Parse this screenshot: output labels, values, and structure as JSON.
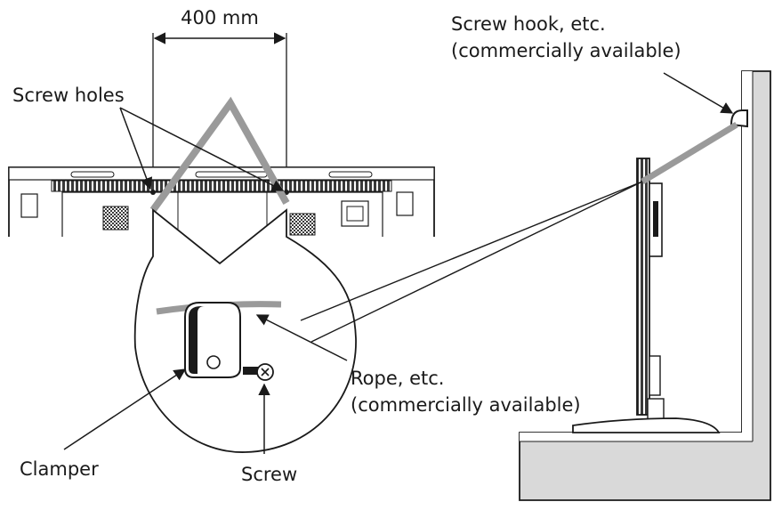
{
  "labels": {
    "dimension": "400 mm",
    "screw_holes": "Screw holes",
    "screw_hook_line1": "Screw hook, etc.",
    "screw_hook_line2": "(commercially available)",
    "rope_line1": "Rope, etc.",
    "rope_line2": "(commercially available)",
    "clamper": "Clamper",
    "screw": "Screw"
  },
  "colors": {
    "line": "#1a1a1a",
    "rope": "#9a9a9a",
    "wall_fill": "#d9d9d9",
    "hatch": "#4a4a4a"
  }
}
